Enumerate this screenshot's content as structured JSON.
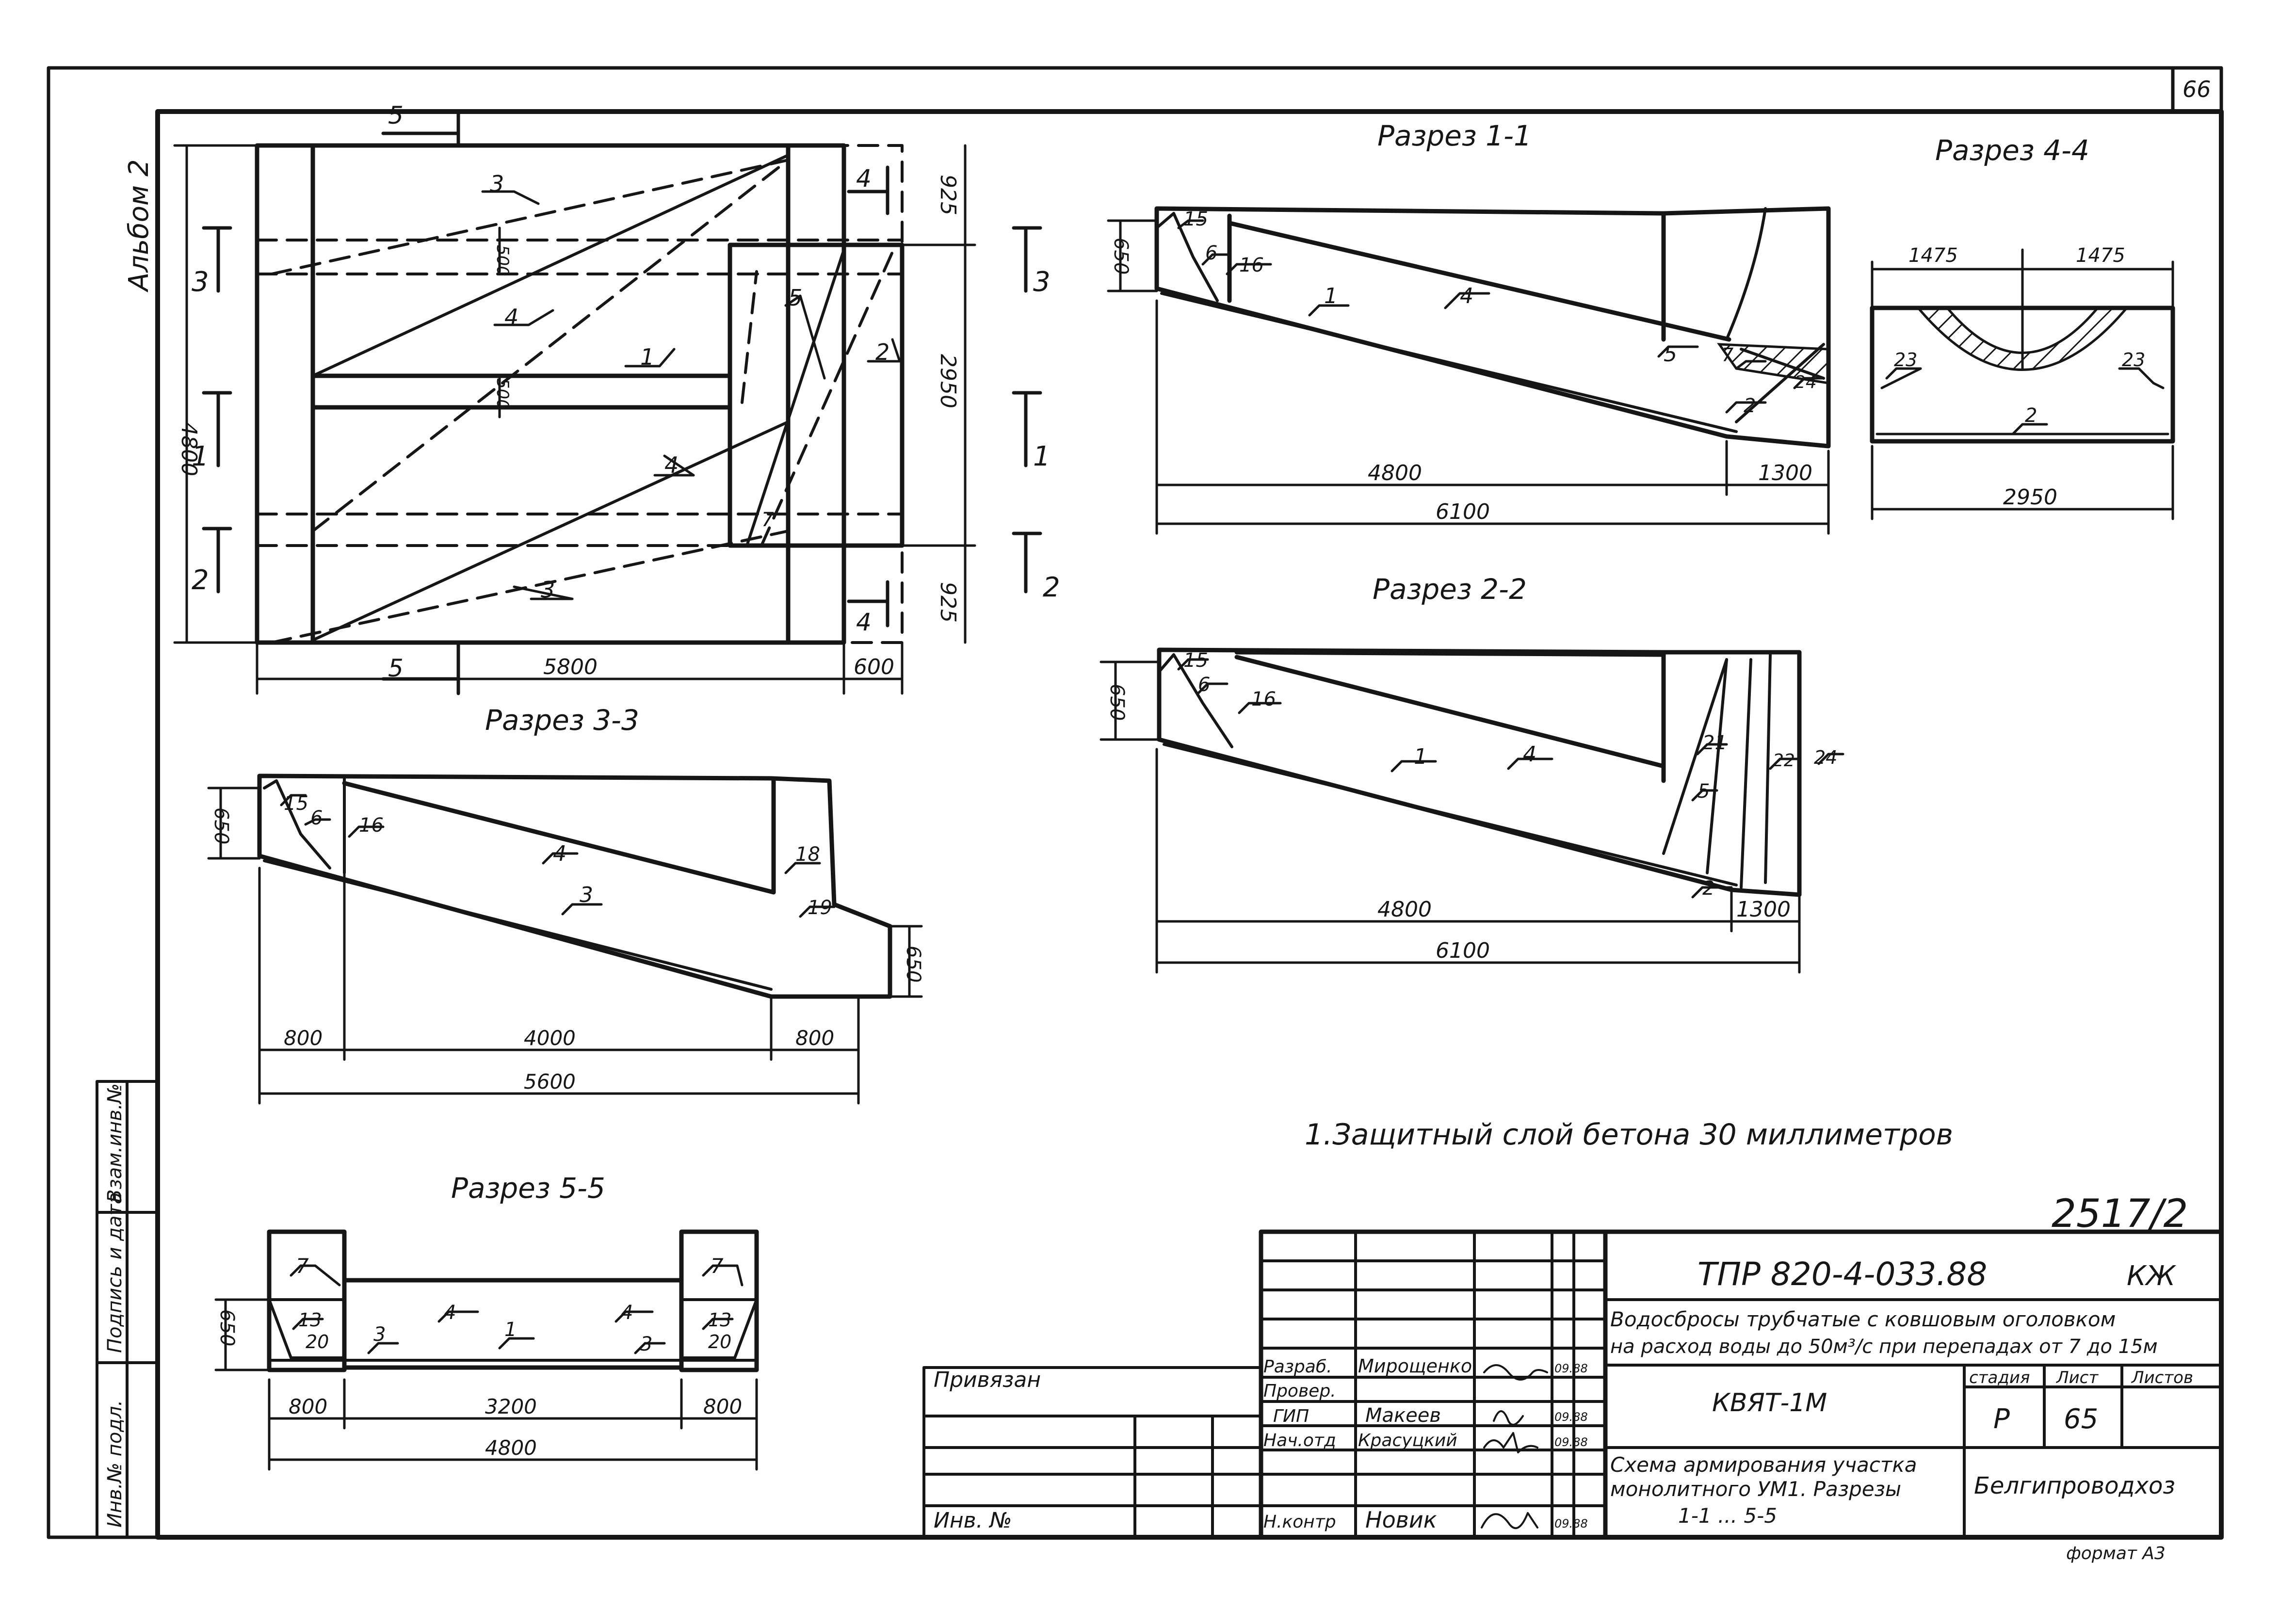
{
  "sheet": {
    "page_number": "66",
    "album": "Альбом 2",
    "archive_number": "2517/2",
    "format": "формат А3"
  },
  "plan": {
    "dims": {
      "total_h": "4800",
      "top": "925",
      "mid": "2950",
      "bottom": "925",
      "w_main": "5800",
      "w_head": "600",
      "small_a": "500",
      "small_b": "500"
    },
    "sections": {
      "s3": "3",
      "s1": "1",
      "s2": "2",
      "s4": "4",
      "s5": "5"
    },
    "markers": {
      "m3": "3",
      "m4": "4",
      "m1": "1",
      "m5": "5",
      "m2": "2",
      "m7": "7"
    }
  },
  "sections": {
    "s11": {
      "title": "Разрез 1-1",
      "d650": "650",
      "d4800": "4800",
      "d1300": "1300",
      "d6100": "6100",
      "m": {
        "m15": "15",
        "m6": "6",
        "m16": "16",
        "m1": "1",
        "m4": "4",
        "m5": "5",
        "m7": "7",
        "m2": "2",
        "m24": "24"
      }
    },
    "s22": {
      "title": "Разрез 2-2",
      "d650": "650",
      "d4800": "4800",
      "d1300": "1300",
      "d6100": "6100",
      "m": {
        "m15": "15",
        "m6": "6",
        "m16": "16",
        "m1": "1",
        "m4": "4",
        "m21": "21",
        "m5": "5",
        "m22": "22",
        "m24": "24",
        "m2": "2"
      }
    },
    "s33": {
      "title": "Разрез 3-3",
      "d650a": "650",
      "d650b": "650",
      "d800a": "800",
      "d4000": "4000",
      "d800b": "800",
      "d5600": "5600",
      "m": {
        "m15": "15",
        "m6": "6",
        "m16": "16",
        "m4": "4",
        "m3": "3",
        "m18": "18",
        "m19": "19"
      }
    },
    "s44": {
      "title": "Разрез 4-4",
      "d1475a": "1475",
      "d1475b": "1475",
      "d2950": "2950",
      "m": {
        "m23a": "23",
        "m23b": "23",
        "m2": "2"
      }
    },
    "s55": {
      "title": "Разрез 5-5",
      "d650": "650",
      "d800a": "800",
      "d3200": "3200",
      "d800b": "800",
      "d4800": "4800",
      "m": {
        "m7a": "7",
        "m7b": "7",
        "m13a": "13",
        "m20a": "20",
        "m3a": "3",
        "m4a": "4",
        "m1": "1",
        "m4b": "4",
        "m3b": "3",
        "m13b": "13",
        "m20b": "20"
      }
    }
  },
  "note": "1.Защитный слой бетона 30 миллиметров",
  "stamp": {
    "code": "ТПР 820-4-033.88",
    "mark": "КЖ",
    "title_l1": "Водосбросы трубчатые с ковшовым оголовком",
    "title_l2": "на расход воды до 50м³/с при перепадах от 7 до 15м",
    "unit": "КВЯТ-1М",
    "hdr_stage": "стадия",
    "hdr_sheet": "Лист",
    "hdr_sheets": "Листов",
    "stage": "Р",
    "sheet_no": "65",
    "drawing_l1": "Схема армирования участка",
    "drawing_l2": "монолитного УМ1. Разрезы",
    "drawing_l3": "1-1 ... 5-5",
    "org": "Белгипроводхоз",
    "bound": "Привязан",
    "inv": "Инв. №",
    "roles": [
      "Разраб.",
      "Провер.",
      "ГИП",
      "Нач.отд",
      "Н.контр"
    ],
    "names": [
      "Мирощенко",
      "",
      "Макеев",
      "Красуцкий",
      "Новик"
    ],
    "dates": [
      "09.88",
      "",
      "09.88",
      "09.88",
      "09.88"
    ],
    "side_cells": [
      "Инв.№ подл.",
      "Подпись и дата",
      "Взам.инв.№"
    ]
  }
}
